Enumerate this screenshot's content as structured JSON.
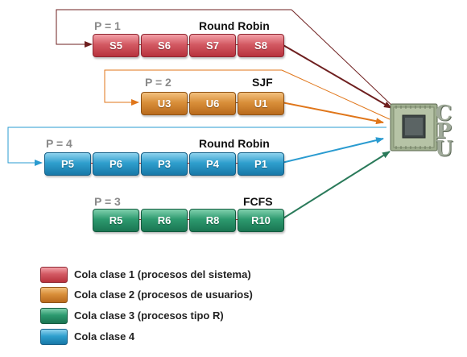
{
  "queues": [
    {
      "priority": "P = 1",
      "algorithm": "Round Robin",
      "processes": [
        "S5",
        "S6",
        "S7",
        "S8"
      ]
    },
    {
      "priority": "P = 2",
      "algorithm": "SJF",
      "processes": [
        "U3",
        "U6",
        "U1"
      ]
    },
    {
      "priority": "P = 4",
      "algorithm": "Round Robin",
      "processes": [
        "P5",
        "P6",
        "P3",
        "P4",
        "P1"
      ]
    },
    {
      "priority": "P = 3",
      "algorithm": "FCFS",
      "processes": [
        "R5",
        "R6",
        "R8",
        "R10"
      ]
    }
  ],
  "cpu": {
    "label": "CPU",
    "chars": [
      "C",
      "P",
      "U"
    ]
  },
  "legend": [
    {
      "text": "Cola clase 1 (procesos del sistema)",
      "color": "#c8444e"
    },
    {
      "text": "Cola clase 2 (procesos de usuarios)",
      "color": "#d0812f"
    },
    {
      "text": "Cola clase 3 (procesos tipo R)",
      "color": "#248a62"
    },
    {
      "text": "Cola clase 4",
      "color": "#2290c0"
    }
  ],
  "colors": {
    "red": "#c8444e",
    "orange": "#d0812f",
    "blue": "#2290c0",
    "green": "#248a62",
    "dark_red": "#6e1f1f"
  }
}
